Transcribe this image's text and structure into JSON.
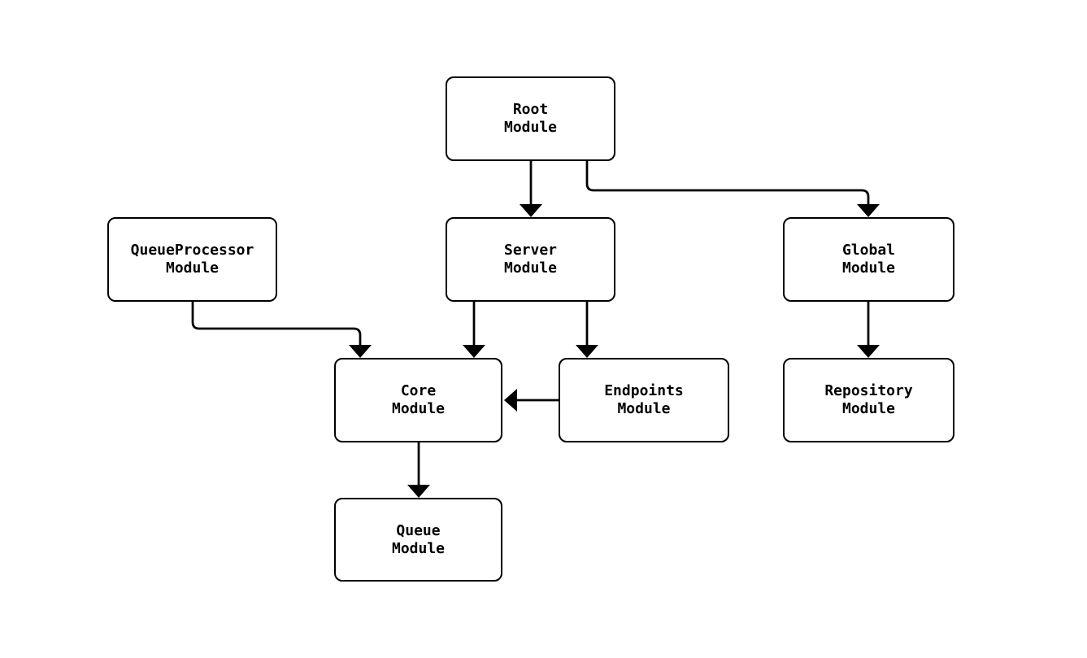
{
  "diagram": {
    "type": "flowchart",
    "background_color": "#ffffff",
    "stroke_color": "#000000",
    "text_color": "#000000",
    "nodes": {
      "root": {
        "label": "Root\nModule"
      },
      "queueprocessor": {
        "label": "QueueProcessor\nModule"
      },
      "server": {
        "label": "Server\nModule"
      },
      "global": {
        "label": "Global\nModule"
      },
      "core": {
        "label": "Core\nModule"
      },
      "endpoints": {
        "label": "Endpoints\nModule"
      },
      "repository": {
        "label": "Repository\nModule"
      },
      "queue": {
        "label": "Queue\nModule"
      }
    },
    "edges": [
      {
        "from": "Root Module",
        "to": "Server Module"
      },
      {
        "from": "Root Module",
        "to": "Global Module"
      },
      {
        "from": "QueueProcessor Module",
        "to": "Core Module"
      },
      {
        "from": "Server Module",
        "to": "Core Module"
      },
      {
        "from": "Server Module",
        "to": "Endpoints Module"
      },
      {
        "from": "Global Module",
        "to": "Repository Module"
      },
      {
        "from": "Endpoints Module",
        "to": "Core Module"
      },
      {
        "from": "Core Module",
        "to": "Queue Module"
      }
    ]
  }
}
